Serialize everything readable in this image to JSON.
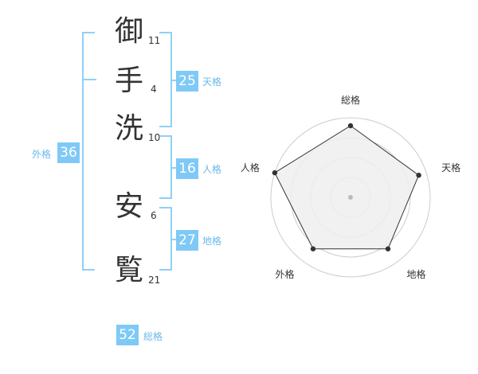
{
  "name_chars": [
    {
      "char": "御",
      "strokes": "11"
    },
    {
      "char": "手",
      "strokes": "4"
    },
    {
      "char": "洗",
      "strokes": "10"
    },
    {
      "char": "安",
      "strokes": "6"
    },
    {
      "char": "覧",
      "strokes": "21"
    }
  ],
  "fortunes": {
    "tenkaku": {
      "value": "25",
      "label": "天格"
    },
    "jinkaku": {
      "value": "16",
      "label": "人格"
    },
    "chikaku": {
      "value": "27",
      "label": "地格"
    },
    "gaikaku": {
      "value": "36",
      "label": "外格"
    },
    "soukaku": {
      "value": "52",
      "label": "総格"
    }
  },
  "chart_data": {
    "type": "radar",
    "axes": [
      "総格",
      "天格",
      "地格",
      "外格",
      "人格"
    ],
    "values": [
      0.9,
      0.9,
      0.8,
      0.8,
      1.0
    ],
    "rings": 4,
    "colors": {
      "fill": "#efefef",
      "stroke": "#333333",
      "ring": "#cccccc",
      "center": "#bbbbbb"
    }
  }
}
